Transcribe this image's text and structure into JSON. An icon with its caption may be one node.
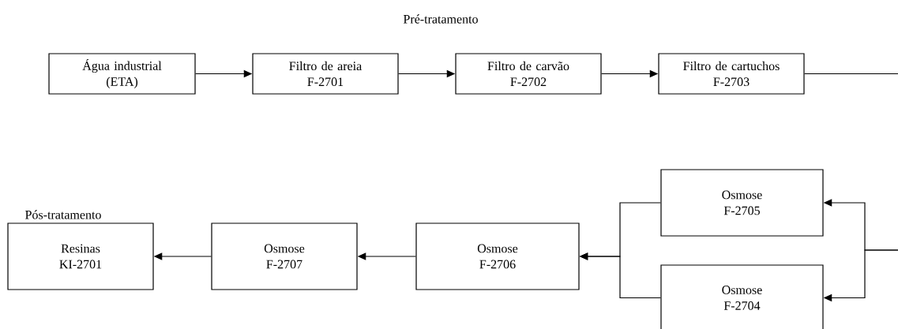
{
  "diagram": {
    "nodes": [
      {
        "text": [
          "Água industrial (ETA)"
        ]
      },
      {
        "text": [
          "Filtro de areia",
          "F-2701"
        ]
      },
      {
        "text": [
          "Filtro de carvão",
          "F-2702"
        ]
      },
      {
        "text": [
          "Filtro de cartuchos",
          "F-2703"
        ]
      },
      {
        "text": [
          "Resinas",
          "KI-2701"
        ]
      },
      {
        "text": [
          "Osmose",
          "F-2707"
        ]
      },
      {
        "text": [
          "Osmose",
          "F-2706"
        ]
      },
      {
        "text": [
          "Osmose",
          "F-2705"
        ]
      },
      {
        "text": [
          "Osmose",
          "F-2704"
        ]
      }
    ],
    "edges": [
      {
        "from": 0,
        "to": 1,
        "arrow": "to"
      },
      {
        "from": 1,
        "to": 2,
        "arrow": "to"
      },
      {
        "from": 2,
        "to": 3,
        "arrow": "to"
      },
      {
        "from": 3,
        "to": null,
        "arrow": "none"
      },
      {
        "from": null,
        "to": 7,
        "arrow": "to"
      },
      {
        "from": null,
        "to": 8,
        "arrow": "to"
      },
      {
        "from": 7,
        "to": 6,
        "arrow": "to"
      },
      {
        "from": 8,
        "to": 6,
        "arrow": "to"
      },
      {
        "from": 6,
        "to": 5,
        "arrow": "to"
      },
      {
        "from": 5,
        "to": 4,
        "arrow": "to"
      }
    ],
    "labels": [
      "Pré-tratamento",
      "Pós-tratamento"
    ]
  }
}
